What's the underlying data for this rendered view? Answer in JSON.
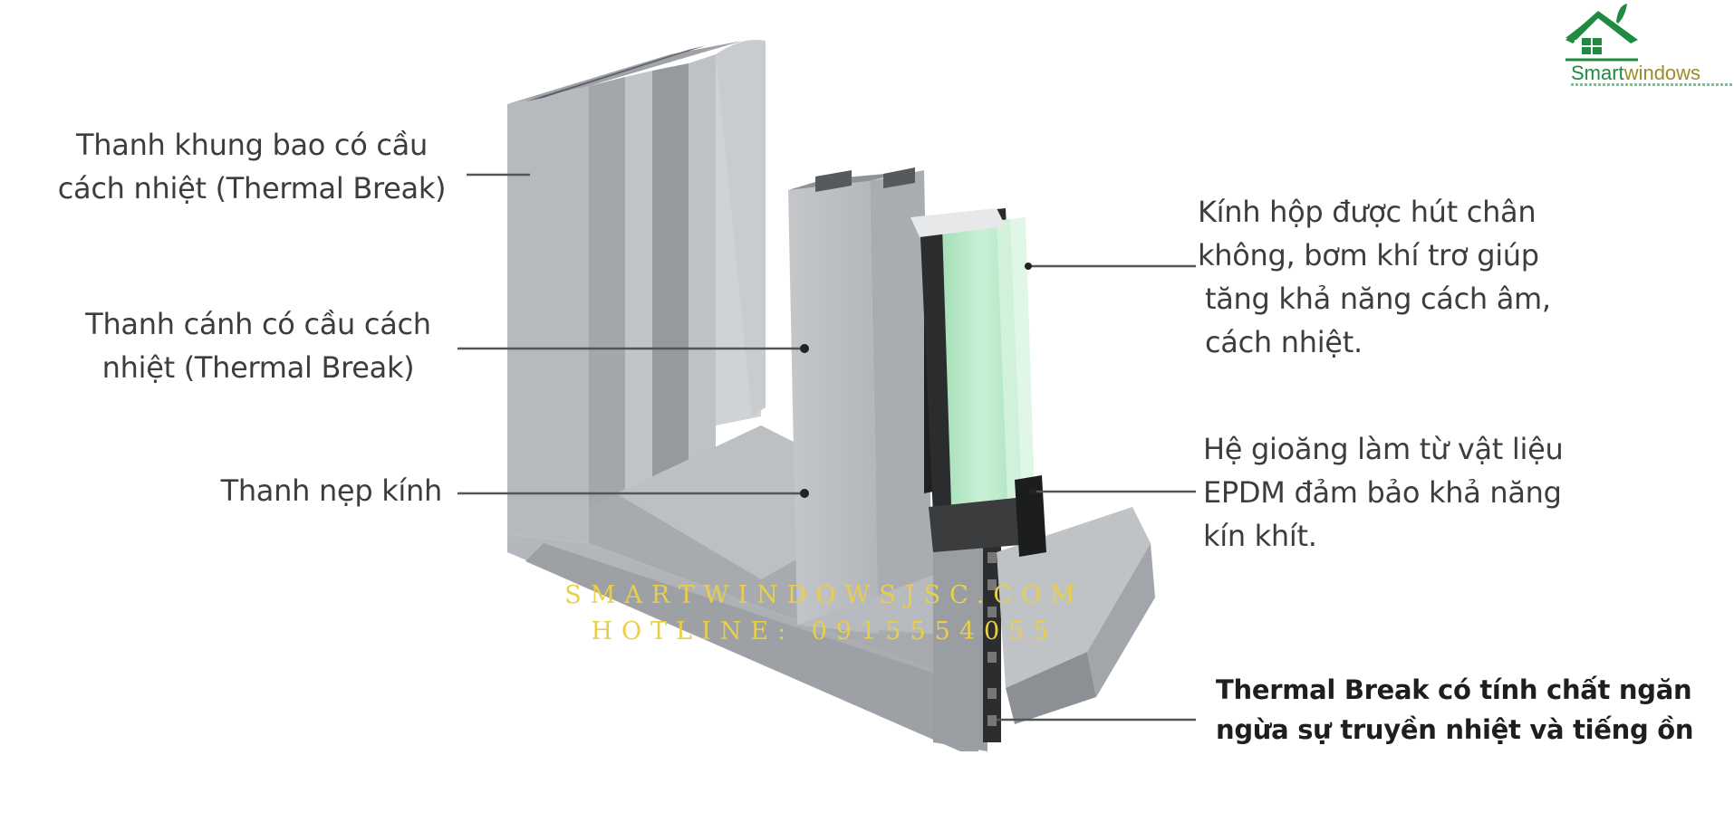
{
  "labels": {
    "frame_bar": [
      "Thanh khung bao có cầu",
      "cách nhiệt (Thermal Break)"
    ],
    "sash_bar": [
      "Thanh cánh có cầu cách",
      "nhiệt (Thermal Break)"
    ],
    "glass_bead": [
      "Thanh nẹp kính"
    ],
    "insulated_glass": [
      "Kính hộp được hút chân",
      "không, bơm khí trơ giúp",
      "tăng khả năng cách âm,",
      "cách nhiệt."
    ],
    "gasket": [
      "Hệ gioăng làm từ vật liệu",
      "EPDM đảm bảo khả năng",
      "kín khít."
    ],
    "thermal_break": [
      "Thermal Break có tính chất ngăn",
      "ngừa sự truyền nhiệt và tiếng ồn"
    ]
  },
  "watermark": {
    "website": "SMARTWINDOWSJSC.COM",
    "hotline": "HOTLINE: 0915554055"
  },
  "logo": {
    "part1": "Smart",
    "part2": "windows"
  },
  "colors": {
    "profile_light": "#c8cbce",
    "profile_mid": "#aeb2b6",
    "profile_dark": "#8e9296",
    "glass": "#b9e8c7",
    "leader_line": "#555555",
    "watermark": "#e9cf48",
    "logo_green": "#1e8b3f",
    "logo_gold": "#a08a2a"
  }
}
